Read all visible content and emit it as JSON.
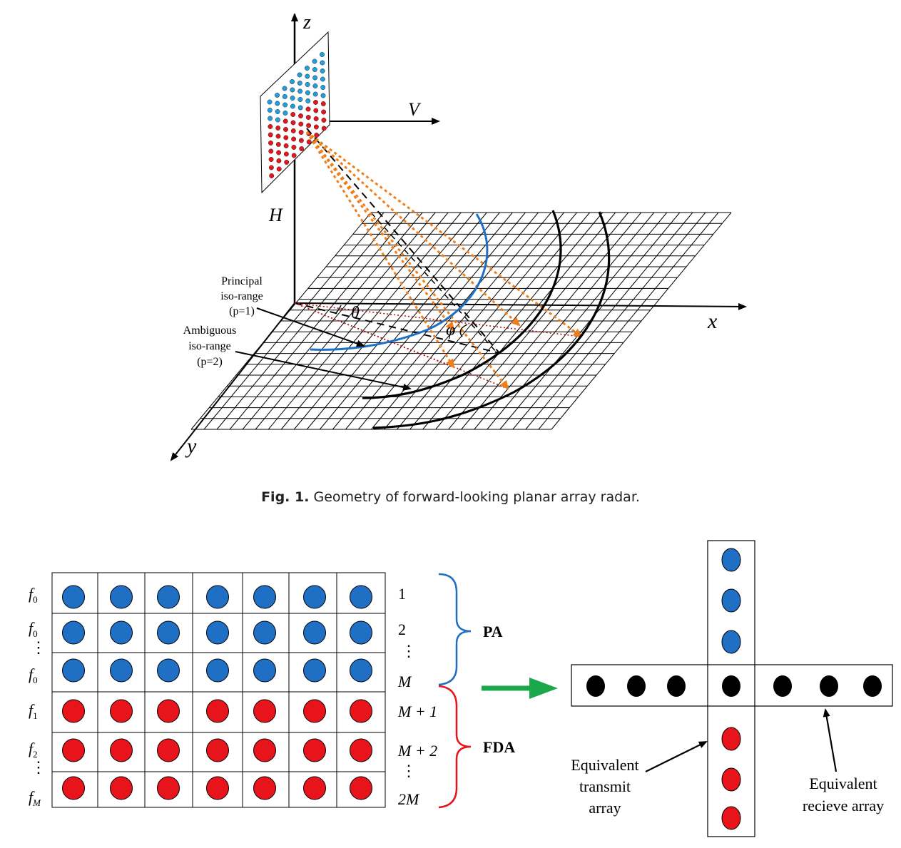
{
  "figure1": {
    "axis_z": "z",
    "axis_v": "V",
    "axis_h": "H",
    "axis_x": "x",
    "axis_y": "y",
    "angle_theta": "θ",
    "angle_phi": "φ",
    "principal_label": [
      "Principal",
      "iso-range",
      "(p=1)"
    ],
    "ambiguous_label": [
      "Ambiguous",
      "iso-range",
      "(p=2)"
    ]
  },
  "caption": {
    "prefix": "Fig. 1.",
    "text": " Geometry of forward-looking planar array radar."
  },
  "figure2": {
    "row_freqs": [
      "f0",
      "f0",
      "⋮",
      "f0",
      "f1",
      "f2",
      "⋮",
      "fM"
    ],
    "row_indices": [
      "1",
      "2",
      "⋮",
      "M",
      "M + 1",
      "M + 2",
      "⋮",
      "2M"
    ],
    "pa_label": "PA",
    "fda_label": "FDA",
    "transmit_label": [
      "Equivalent",
      "transmit",
      "array"
    ],
    "receive_label": [
      "Equivalent",
      "recieve array"
    ],
    "colors": {
      "blue": "#1f6fc5",
      "red": "#e8141c",
      "arrow_green": "#1aa84a",
      "orange": "#ef7f1a"
    }
  }
}
